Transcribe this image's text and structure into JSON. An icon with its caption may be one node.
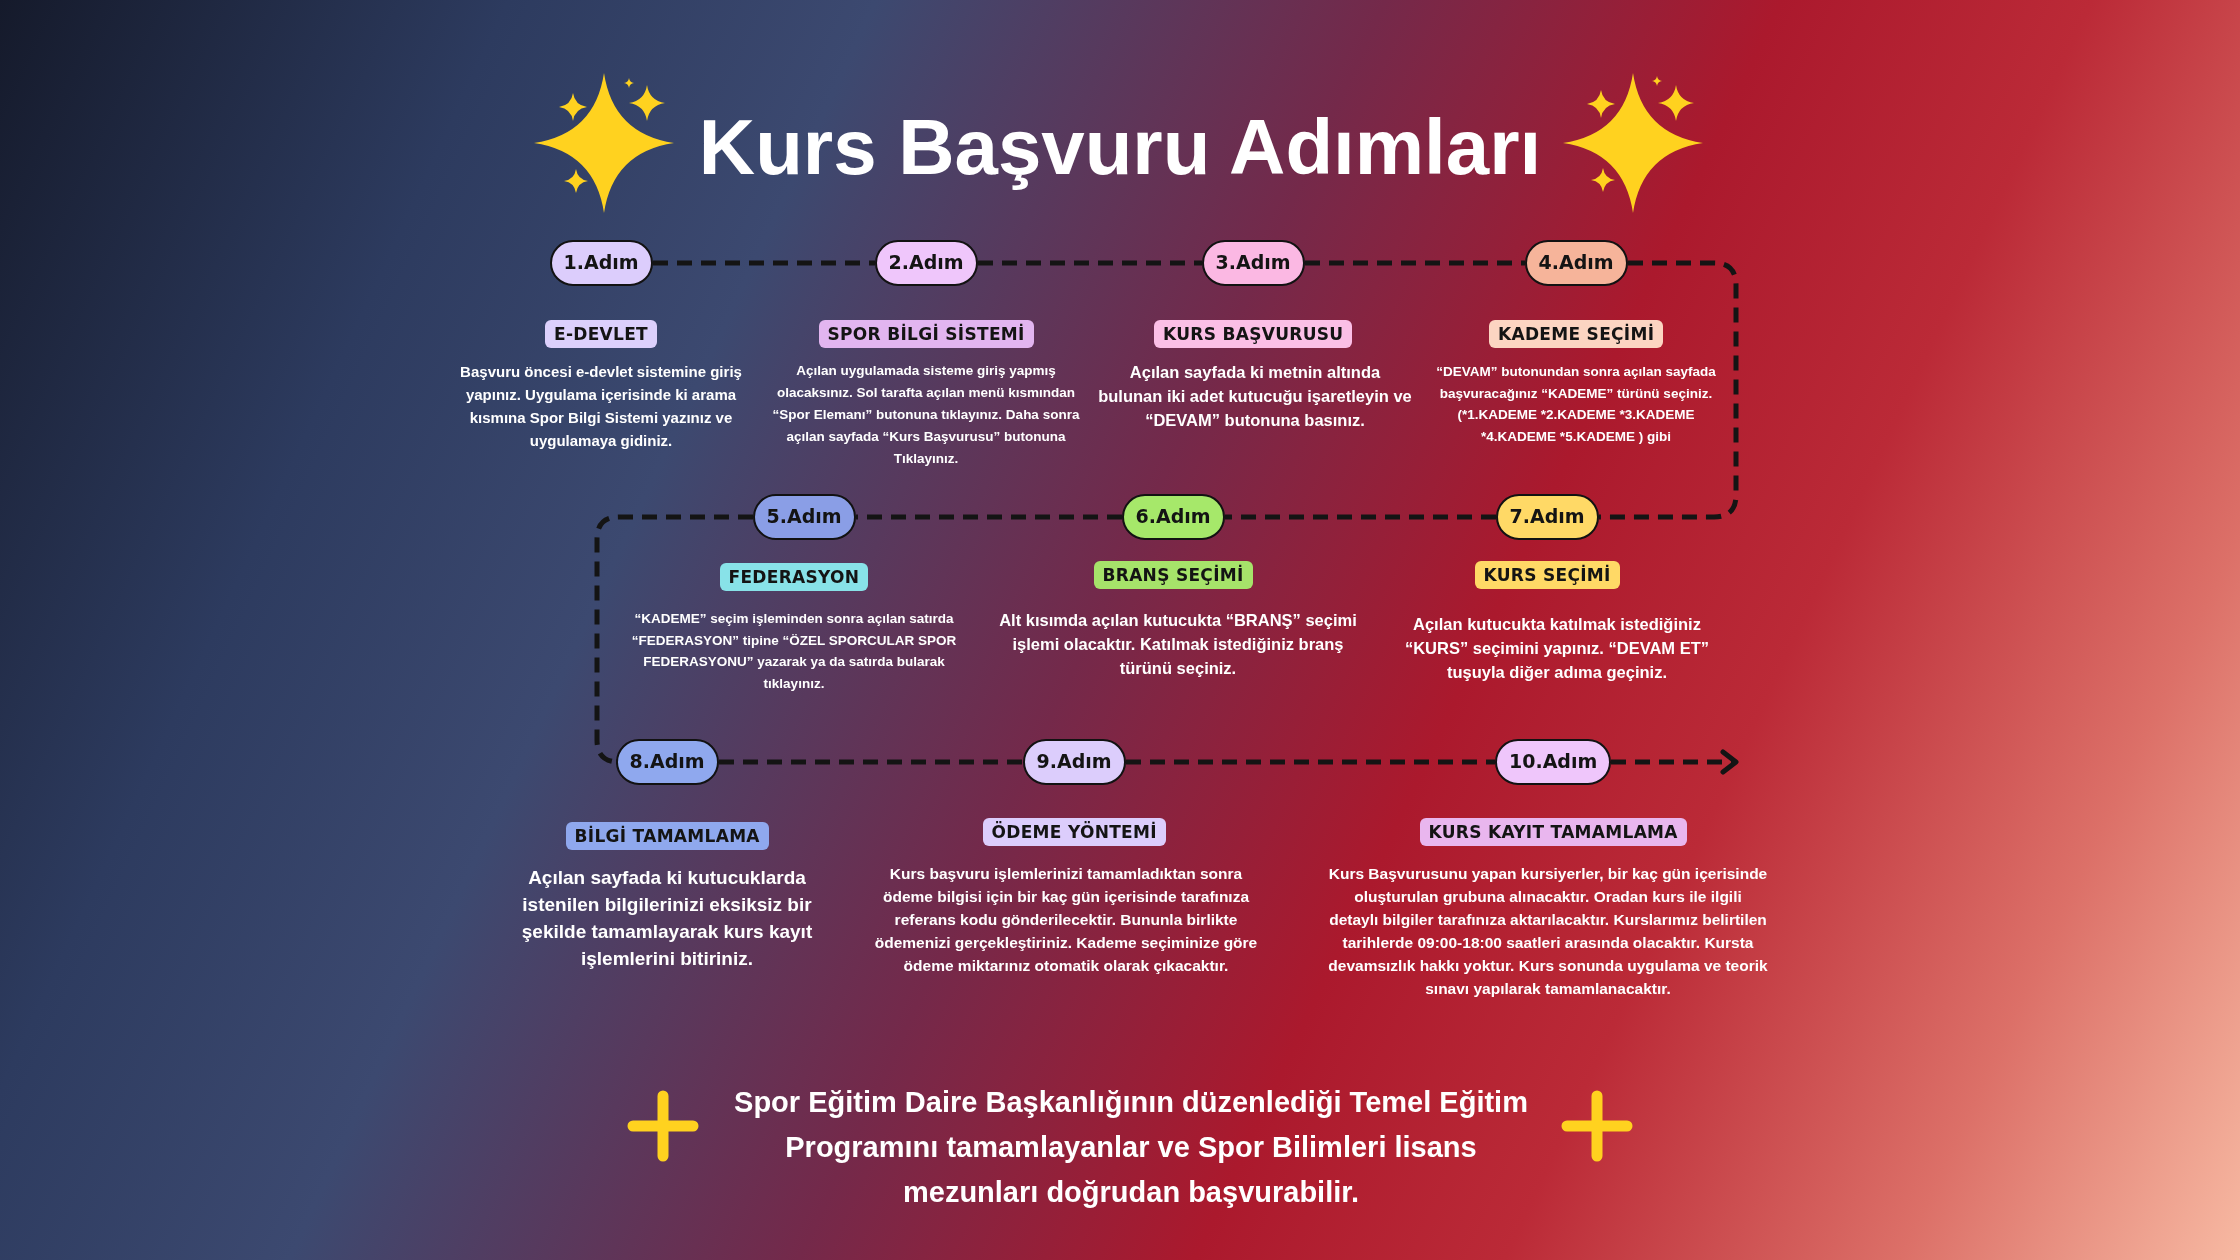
{
  "diagram": {
    "title": "Kurs Başvuru Adımları",
    "nodes": [
      {
        "text": [
          "1.Adım"
        ]
      },
      {
        "text": [
          "E-DEVLET"
        ],
        "beside": [
          "Başvuru öncesi e-devlet sistemine giriş yapınız. Uygulama içerisinde ki arama kısmına Spor Bilgi Sistemi yazınız ve uygulamaya gidiniz."
        ]
      },
      {
        "text": [
          "2.Adım"
        ]
      },
      {
        "text": [
          "SPOR BİLGİ SİSTEMİ"
        ],
        "beside": [
          "Açılan uygulamada sisteme giriş yapmış olacaksınız. Sol tarafta açılan menü kısmından “Spor Elemanı” butonuna tıklayınız. Daha sonra açılan sayfada “Kurs Başvurusu” butonuna Tıklayınız."
        ]
      },
      {
        "text": [
          "3.Adım"
        ]
      },
      {
        "text": [
          "KURS BAŞVURUSU"
        ],
        "beside": [
          "Açılan sayfada ki metnin altında bulunan iki adet kutucuğu işaretleyin ve “DEVAM” butonuna basınız."
        ]
      },
      {
        "text": [
          "4.Adım"
        ]
      },
      {
        "text": [
          "KADEME SEÇİMİ"
        ],
        "beside": [
          "“DEVAM” butonundan sonra açılan sayfada başvuracağınız “KADEME” türünü seçiniz. (*1.KADEME *2.KADEME *3.KADEME *4.KADEME *5.KADEME ) gibi"
        ]
      },
      {
        "text": [
          "5.Adım"
        ]
      },
      {
        "text": [
          "FEDERASYON"
        ],
        "beside": [
          "“KADEME” seçim işleminden sonra açılan satırda “FEDERASYON” tipine “ÖZEL SPORCULAR SPOR FEDERASYONU” yazarak ya da satırda bularak tıklayınız."
        ]
      },
      {
        "text": [
          "6.Adım"
        ]
      },
      {
        "text": [
          "BRANŞ SEÇİMİ"
        ],
        "beside": [
          "Alt kısımda açılan kutucukta “BRANŞ” seçimi işlemi olacaktır. Katılmak istediğiniz branş türünü seçiniz."
        ]
      },
      {
        "text": [
          "7.Adım"
        ]
      },
      {
        "text": [
          "KURS SEÇİMİ"
        ],
        "beside": [
          "Açılan kutucukta katılmak istediğiniz “KURS” seçimini yapınız. “DEVAM ET” tuşuyla diğer adıma geçiniz."
        ]
      },
      {
        "text": [
          "8.Adım"
        ]
      },
      {
        "text": [
          "BİLGİ TAMAMLAMA"
        ],
        "beside": [
          "Açılan sayfada ki kutucuklarda istenilen bilgilerinizi eksiksiz bir şekilde tamamlayarak kurs kayıt işlemlerini bitiriniz."
        ]
      },
      {
        "text": [
          "9.Adım"
        ]
      },
      {
        "text": [
          "ÖDEME YÖNTEMİ"
        ],
        "beside": [
          "Kurs başvuru işlemlerinizi tamamladıktan sonra ödeme bilgisi için bir kaç gün içerisinde tarafınıza referans kodu gönderilecektir. Bununla birlikte ödemenizi gerçekleştiriniz. Kademe seçiminize göre ödeme miktarınız otomatik olarak çıkacaktır."
        ]
      },
      {
        "text": [
          "10.Adım"
        ]
      },
      {
        "text": [
          "KURS KAYIT TAMAMLAMA"
        ],
        "beside": [
          "Kurs Başvurusunu yapan kursiyerler, bir kaç gün içerisinde oluşturulan grubuna alınacaktır. Oradan kurs ile ilgili detaylı bilgiler tarafınıza aktarılacaktır. Kurslarımız belirtilen tarihlerde 09:00-18:00 saatleri arasında olacaktır. Kursta devamsızlık hakkı yoktur. Kurs sonunda uygulama ve teorik sınavı yapılarak tamamlanacaktır."
        ]
      }
    ],
    "edges": [
      {
        "from": 0,
        "to": 2,
        "arrow": "none",
        "style": "dashed"
      },
      {
        "from": 2,
        "to": 4,
        "arrow": "none",
        "style": "dashed"
      },
      {
        "from": 4,
        "to": 6,
        "arrow": "none",
        "style": "dashed"
      },
      {
        "from": 6,
        "to": 12,
        "arrow": "none",
        "style": "dashed"
      },
      {
        "from": 12,
        "to": 10,
        "arrow": "none",
        "style": "dashed"
      },
      {
        "from": 10,
        "to": 8,
        "arrow": "none",
        "style": "dashed"
      },
      {
        "from": 8,
        "to": 14,
        "arrow": "none",
        "style": "dashed"
      },
      {
        "from": 14,
        "to": 16,
        "arrow": "none",
        "style": "dashed"
      },
      {
        "from": 16,
        "to": 18,
        "arrow": "none",
        "style": "dashed"
      },
      {
        "from": 18,
        "to": null,
        "arrow": "to",
        "style": "dashed"
      }
    ],
    "caption": "Spor Eğitim Daire Başkanlığının düzenlediği Temel Eğitim Programını tamamlayanlar ve Spor Bilimleri lisans mezunları doğrudan başvurabilir."
  }
}
